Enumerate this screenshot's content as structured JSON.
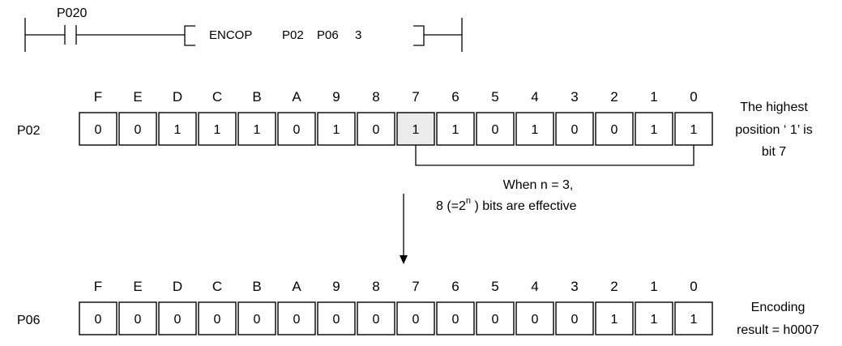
{
  "ladder": {
    "contact_label": "P020",
    "instruction": "ENCOP",
    "source": "P02",
    "dest": "P06",
    "n": "3"
  },
  "bit_headers": [
    "F",
    "E",
    "D",
    "C",
    "B",
    "A",
    "9",
    "8",
    "7",
    "6",
    "5",
    "4",
    "3",
    "2",
    "1",
    "0"
  ],
  "registers": [
    {
      "label": "P02",
      "bits": [
        "0",
        "0",
        "1",
        "1",
        "1",
        "0",
        "1",
        "0",
        "1",
        "1",
        "0",
        "1",
        "0",
        "0",
        "1",
        "1"
      ],
      "highlight_index": 8,
      "note_lines": [
        "The highest",
        "position ‘ 1’  is",
        "bit 7"
      ]
    },
    {
      "label": "P06",
      "bits": [
        "0",
        "0",
        "0",
        "0",
        "0",
        "0",
        "0",
        "0",
        "0",
        "0",
        "0",
        "0",
        "0",
        "1",
        "1",
        "1"
      ],
      "highlight_index": -1,
      "note_lines": [
        "Encoding",
        "result = h0007"
      ]
    }
  ],
  "effective_note": {
    "line1": "When n = 3,",
    "line2_prefix": "8 (=2",
    "line2_sup": "n",
    "line2_suffix": " ) bits are effective"
  }
}
